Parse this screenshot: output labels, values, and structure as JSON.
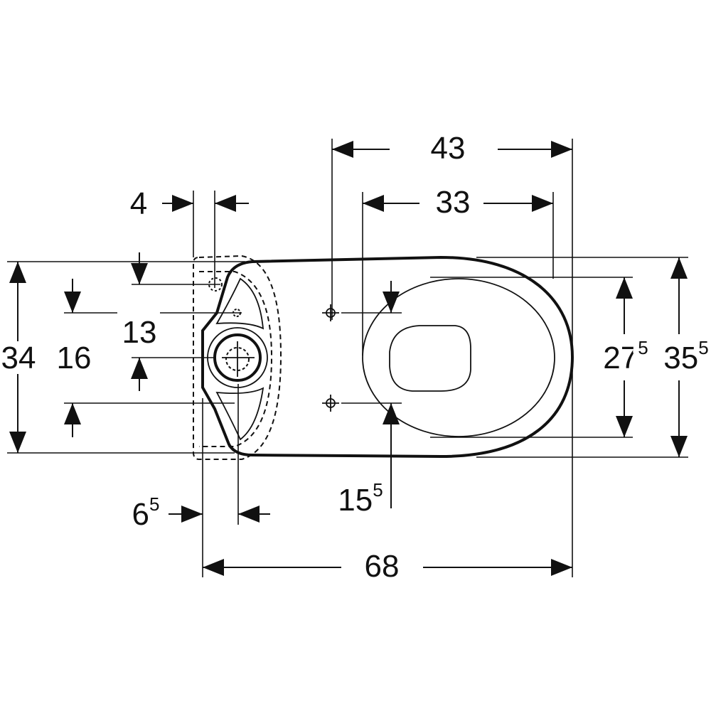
{
  "drawing": {
    "dimensions": {
      "d43": {
        "main": "43",
        "sup": ""
      },
      "d33": {
        "main": "33",
        "sup": ""
      },
      "d4": {
        "main": "4",
        "sup": ""
      },
      "d13": {
        "main": "13",
        "sup": ""
      },
      "d16": {
        "main": "16",
        "sup": ""
      },
      "d34": {
        "main": "34",
        "sup": ""
      },
      "d27_5": {
        "main": "27",
        "sup": "5"
      },
      "d35_5": {
        "main": "35",
        "sup": "5"
      },
      "d6_5": {
        "main": "6",
        "sup": "5"
      },
      "d15_5": {
        "main": "15",
        "sup": "5"
      },
      "d68": {
        "main": "68",
        "sup": ""
      }
    },
    "line_color": "#111111"
  }
}
